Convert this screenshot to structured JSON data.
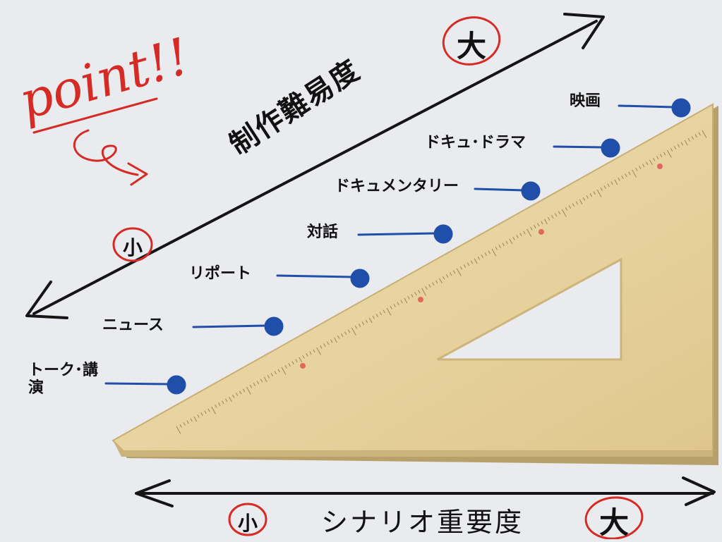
{
  "emphasis": {
    "text": "point!!",
    "color": "#d62b24"
  },
  "axes": {
    "difficulty": {
      "title": "制作難易度",
      "low": "小",
      "high": "大"
    },
    "scenario": {
      "title": "シナリオ重要度",
      "low": "小",
      "high": "大"
    }
  },
  "genres": [
    {
      "label": "映画"
    },
    {
      "label": "ドキュ･ドラマ"
    },
    {
      "label": "ドキュメンタリー"
    },
    {
      "label": "対話"
    },
    {
      "label": "リポート"
    },
    {
      "label": "ニュース"
    },
    {
      "label": "トーク･講演"
    }
  ],
  "colors": {
    "background": "#e9ebef",
    "marker": "#1f4fa8",
    "accent": "#d62b24",
    "ruler": "#e3cc95",
    "arrow": "#151515"
  },
  "icons": [
    "red-swirl-arrow-icon",
    "set-square-ruler-illustration"
  ]
}
